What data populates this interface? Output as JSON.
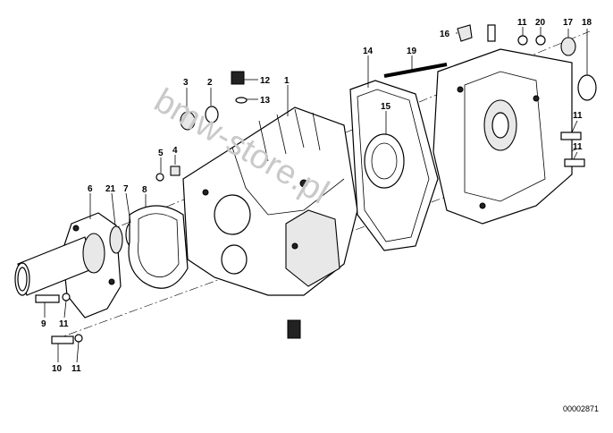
{
  "diagram": {
    "watermark": "bmw-store.pl",
    "code": "00002871",
    "callouts": [
      {
        "label": "1"
      },
      {
        "label": "2"
      },
      {
        "label": "3"
      },
      {
        "label": "4"
      },
      {
        "label": "5"
      },
      {
        "label": "6"
      },
      {
        "label": "21"
      },
      {
        "label": "7"
      },
      {
        "label": "8"
      },
      {
        "label": "9"
      },
      {
        "label": "10"
      },
      {
        "label": "11"
      },
      {
        "label": "11"
      },
      {
        "label": "12"
      },
      {
        "label": "13"
      },
      {
        "label": "14"
      },
      {
        "label": "15"
      },
      {
        "label": "16"
      },
      {
        "label": "19"
      },
      {
        "label": "11"
      },
      {
        "label": "20"
      },
      {
        "label": "17"
      },
      {
        "label": "18"
      },
      {
        "label": "11"
      },
      {
        "label": "11"
      }
    ]
  }
}
